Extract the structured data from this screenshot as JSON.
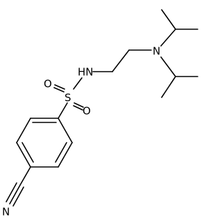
{
  "molecule": {
    "atoms": {
      "amine_nh": "HN",
      "amine_n": "N",
      "sulfur": "S",
      "oxygen_1": "O",
      "oxygen_2": "O",
      "nitrile_n": "N"
    }
  },
  "colors": {
    "bond": "#000000",
    "label": "#000000",
    "background": "#ffffff"
  }
}
